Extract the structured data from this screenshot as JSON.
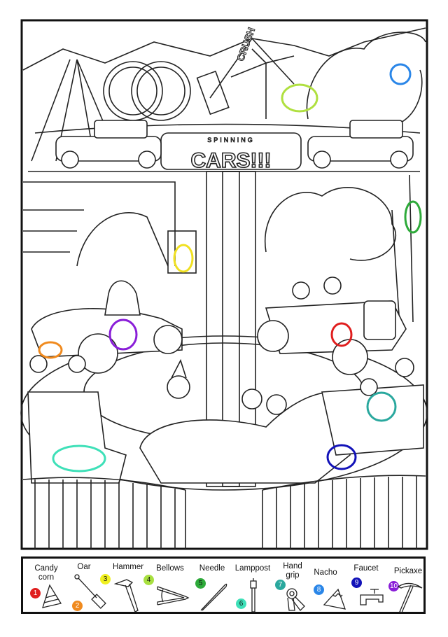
{
  "scene": {
    "sign_top": "SPINNING",
    "sign_main": "CARS!!!",
    "ride_sign": "CRUSH"
  },
  "legend": {
    "items": [
      {
        "number": "1",
        "label": "Candy corn",
        "color": "#e01e1e",
        "icon": "candy-corn-icon"
      },
      {
        "number": "2",
        "label": "Oar",
        "color": "#f08a1e",
        "icon": "oar-icon"
      },
      {
        "number": "3",
        "label": "Hammer",
        "color": "#f0f020",
        "icon": "hammer-icon"
      },
      {
        "number": "4",
        "label": "Bellows",
        "color": "#a8e040",
        "icon": "bellows-icon"
      },
      {
        "number": "5",
        "label": "Needle",
        "color": "#2eaa3a",
        "icon": "needle-icon"
      },
      {
        "number": "6",
        "label": "Lamppost",
        "color": "#3ee0b8",
        "icon": "lamppost-icon"
      },
      {
        "number": "7",
        "label": "Hand grip",
        "color": "#2aa89e",
        "icon": "hand-grip-icon"
      },
      {
        "number": "8",
        "label": "Nacho",
        "color": "#2a86e8",
        "icon": "nacho-icon"
      },
      {
        "number": "9",
        "label": "Faucet",
        "color": "#1212b8",
        "icon": "faucet-icon"
      },
      {
        "number": "10",
        "label": "Pickaxe",
        "color": "#8a1ed8",
        "icon": "pickaxe-icon"
      }
    ]
  }
}
